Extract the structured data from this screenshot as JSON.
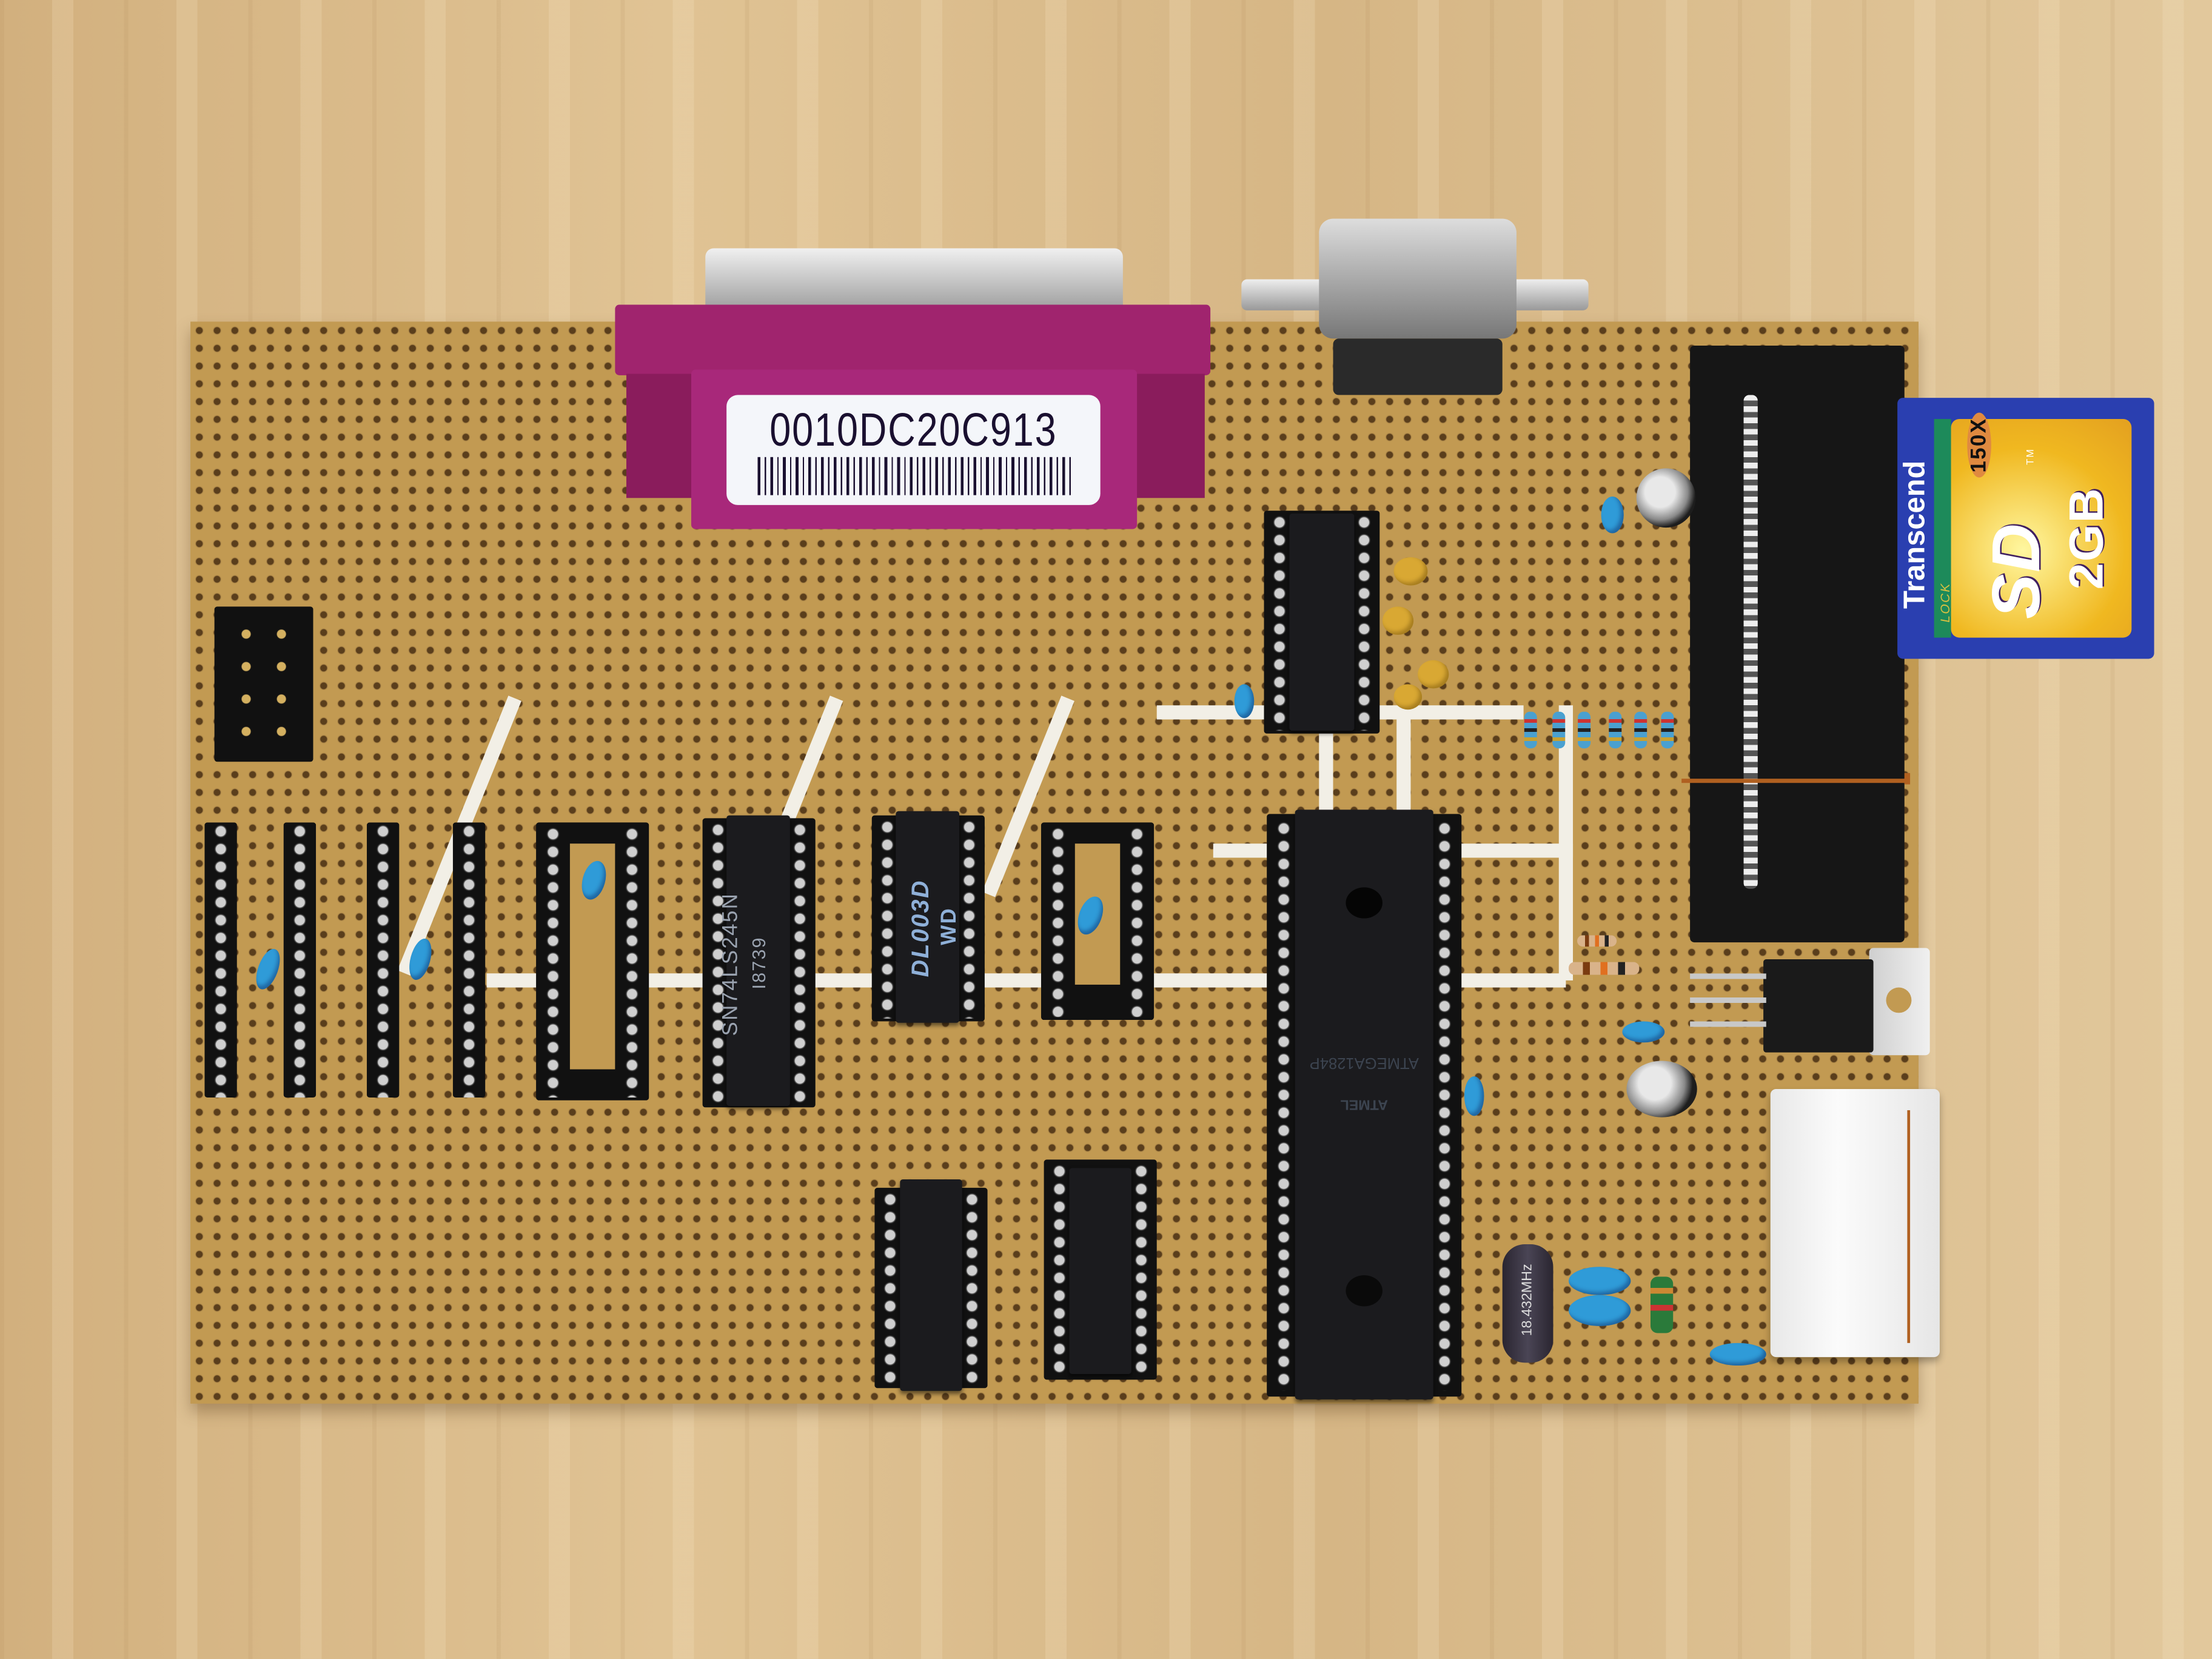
{
  "db25_connector": {
    "barcode_label": "0010DC20C913"
  },
  "chips": {
    "buffer": {
      "part": "SN74LS245N",
      "code": "I8739"
    },
    "delay": {
      "part": "DL003D",
      "mark": "WD"
    },
    "mcu": {
      "part": "ATMEGA1284P",
      "brand": "ATMEL"
    }
  },
  "sd_card": {
    "brand": "Transcend",
    "speed": "150X",
    "logo": "SD",
    "trademark": "TM",
    "capacity": "2GB",
    "lock": "LOCK"
  },
  "crystal": {
    "frequency": "18.432MHz"
  },
  "colors": {
    "board": "#c29a52",
    "db25_body": "#a0246e",
    "sd_card_blue": "#2a3fb0",
    "sd_card_yellow": "#f0b820",
    "ceramic_cap": "#2f9bd8"
  }
}
